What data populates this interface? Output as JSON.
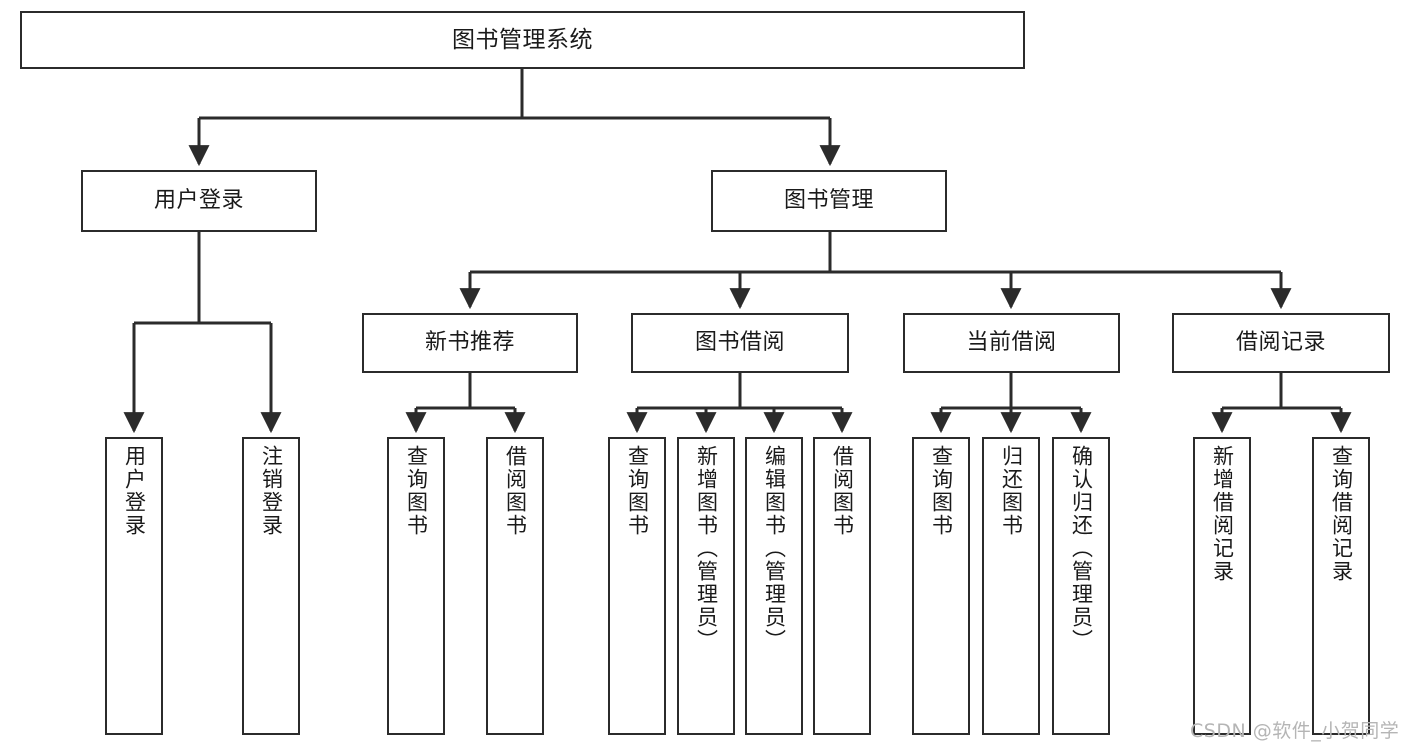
{
  "diagram": {
    "title": "图书管理系统",
    "type": "tree-hierarchy",
    "orientation": "top-down"
  },
  "nodes": {
    "root": {
      "label": "图书管理系统"
    },
    "level2": [
      {
        "id": "user-login",
        "label": "用户登录"
      },
      {
        "id": "book-management",
        "label": "图书管理"
      }
    ],
    "level3": [
      {
        "id": "new-book-recommend",
        "label": "新书推荐"
      },
      {
        "id": "book-borrow",
        "label": "图书借阅"
      },
      {
        "id": "current-borrow",
        "label": "当前借阅"
      },
      {
        "id": "borrow-record",
        "label": "借阅记录"
      }
    ],
    "leaves": {
      "user_login": [
        {
          "id": "leaf-user-login",
          "label": "用户登录"
        },
        {
          "id": "leaf-logout-login",
          "label": "注销登录"
        }
      ],
      "new_book_recommend": [
        {
          "id": "leaf-query-book-1",
          "label": "查询图书"
        },
        {
          "id": "leaf-borrow-book-1",
          "label": "借阅图书"
        }
      ],
      "book_borrow": [
        {
          "id": "leaf-query-book-2",
          "label": "查询图书"
        },
        {
          "id": "leaf-add-book",
          "label": "新增图书（管理员）"
        },
        {
          "id": "leaf-edit-book",
          "label": "编辑图书（管理员）"
        },
        {
          "id": "leaf-borrow-book-2",
          "label": "借阅图书"
        }
      ],
      "current_borrow": [
        {
          "id": "leaf-query-book-3",
          "label": "查询图书"
        },
        {
          "id": "leaf-return-book",
          "label": "归还图书"
        },
        {
          "id": "leaf-confirm-return",
          "label": "确认归还（管理员）"
        }
      ],
      "borrow_record": [
        {
          "id": "leaf-add-record",
          "label": "新增借阅记录"
        },
        {
          "id": "leaf-query-record",
          "label": "查询借阅记录"
        }
      ]
    }
  },
  "watermark": {
    "text": "CSDN @软件_小贺同学"
  },
  "colors": {
    "stroke": "#2b2b2b",
    "fill": "#ffffff",
    "text": "#1a1a1a",
    "watermark": "#b5b5b5"
  }
}
